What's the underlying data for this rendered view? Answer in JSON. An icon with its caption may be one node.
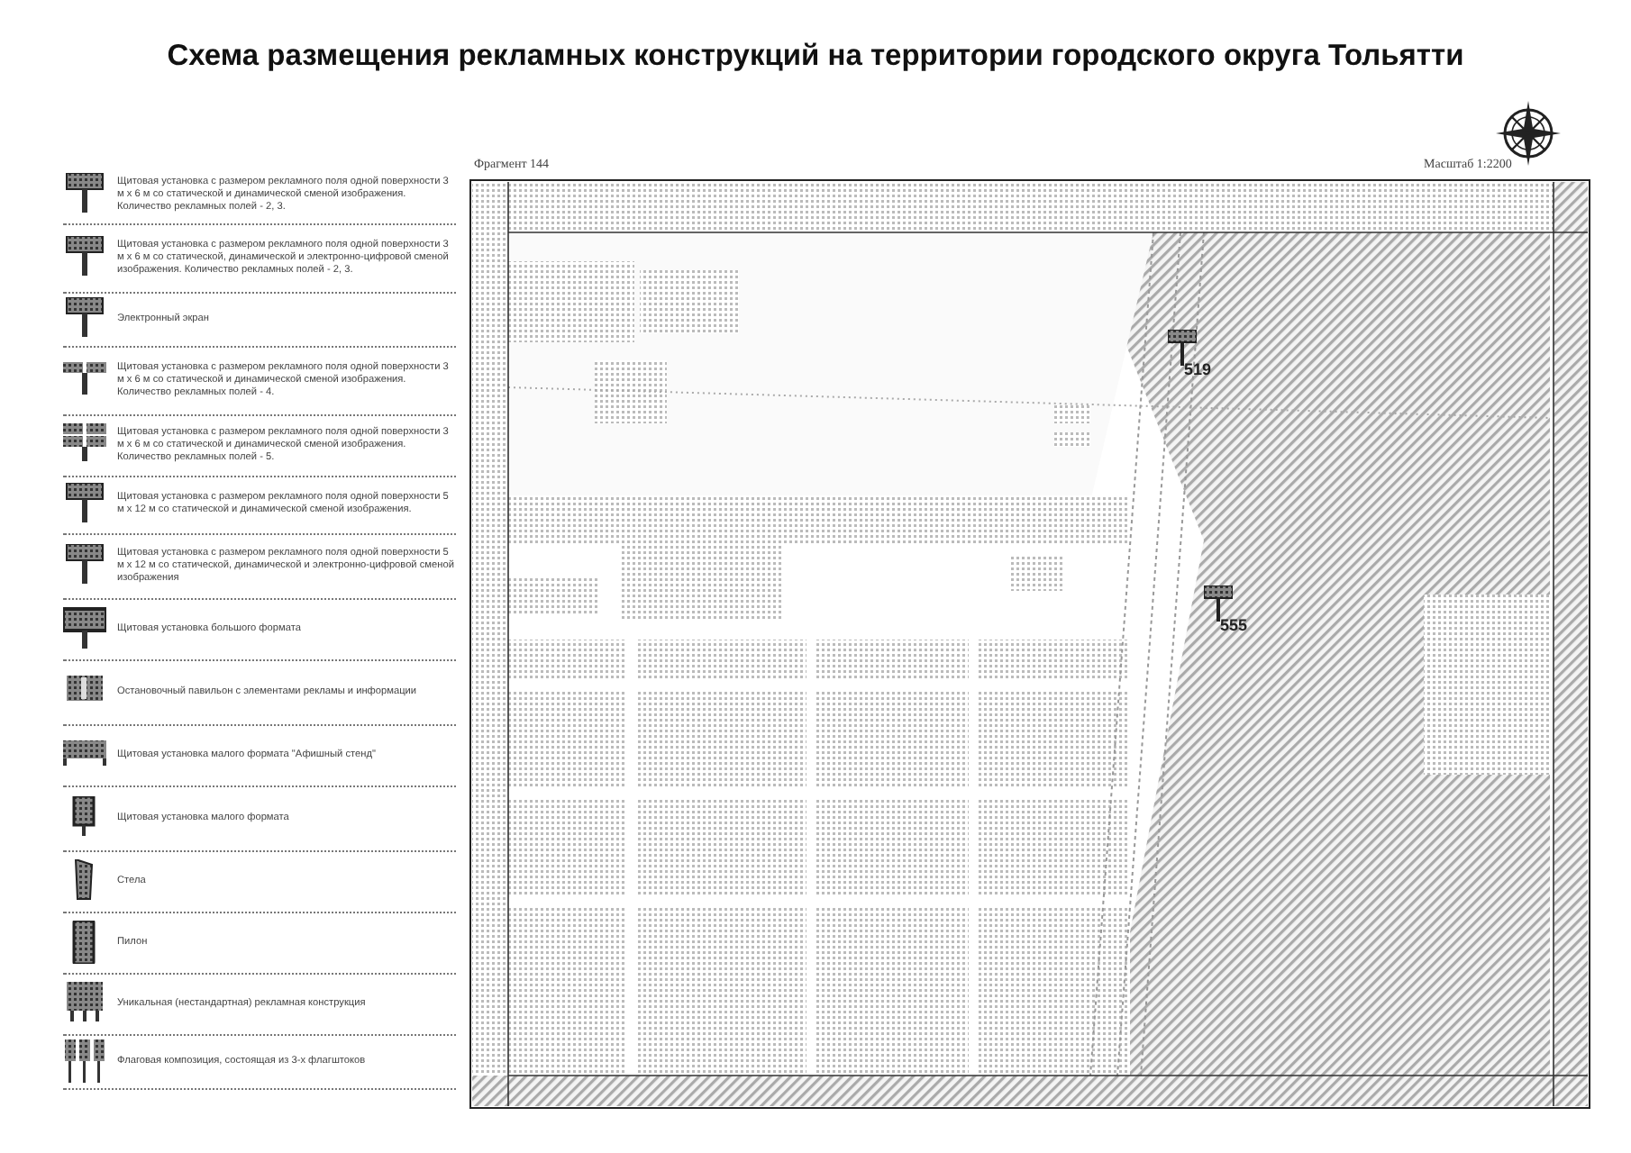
{
  "diagram": {
    "title": "Схема размещения рекламных конструкций на территории городского округа Тольятти",
    "labels": [
      "Фрагмент 144",
      "Масштаб 1:2200",
      "519",
      "555"
    ],
    "legend": [
      {
        "text": "Щитовая установка с размером рекламного поля одной поверхности 3 м х 6 м со статической и динамической сменой изображения. Количество рекламных полей - 2, 3."
      },
      {
        "text": "Щитовая установка с размером рекламного поля одной поверхности 3 м х 6 м со статической, динамической и электронно-цифровой сменой изображения. Количество рекламных полей - 2, 3."
      },
      {
        "text": "Электронный экран"
      },
      {
        "text": "Щитовая установка с размером рекламного поля одной поверхности 3 м х 6 м со статической и динамической сменой изображения. Количество рекламных полей - 4."
      },
      {
        "text": "Щитовая установка с размером рекламного поля одной поверхности 3 м х 6 м со статической и динамической сменой изображения. Количество рекламных полей - 5."
      },
      {
        "text": "Щитовая установка с размером рекламного поля одной поверхности 5 м х 12 м со статической и динамической сменой изображения."
      },
      {
        "text": "Щитовая установка с размером рекламного поля одной поверхности 5 м х 12 м со статической, динамической и электронно-цифровой сменой изображения"
      },
      {
        "text": "Щитовая установка большого формата"
      },
      {
        "text": "Остановочный павильон с элементами рекламы и информации"
      },
      {
        "text": "Щитовая установка малого формата \"Афишный стенд\""
      },
      {
        "text": "Щитовая установка малого формата"
      },
      {
        "text": "Стела"
      },
      {
        "text": "Пилон"
      },
      {
        "text": "Уникальная (нестандартная) рекламная конструкция"
      },
      {
        "text": "Флаговая композиция, состоящая из 3-х флагштоков"
      }
    ]
  }
}
